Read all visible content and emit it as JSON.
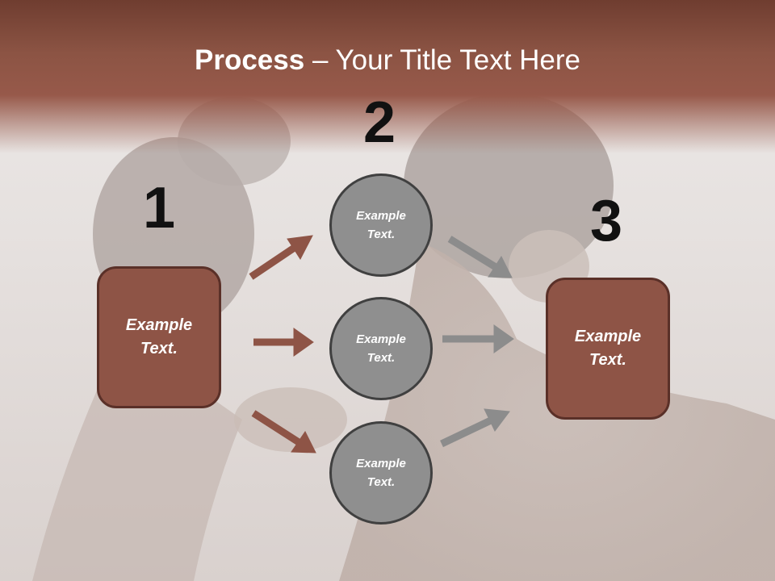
{
  "title": {
    "bold": "Process",
    "rest": " – Your Title Text Here"
  },
  "steps": [
    {
      "number": "1"
    },
    {
      "number": "2"
    },
    {
      "number": "3"
    }
  ],
  "left_box": {
    "text": "Example\nText."
  },
  "circles": [
    {
      "text": "Example\nText."
    },
    {
      "text": "Example\nText."
    },
    {
      "text": "Example\nText."
    }
  ],
  "right_box": {
    "text": "Example\nText."
  },
  "colors": {
    "header": "#8c5444",
    "box_fill": "#8e5446",
    "circle_fill": "#8f8f8f",
    "arrow_red": "#8e5446",
    "arrow_gray": "#8c8c8c"
  }
}
